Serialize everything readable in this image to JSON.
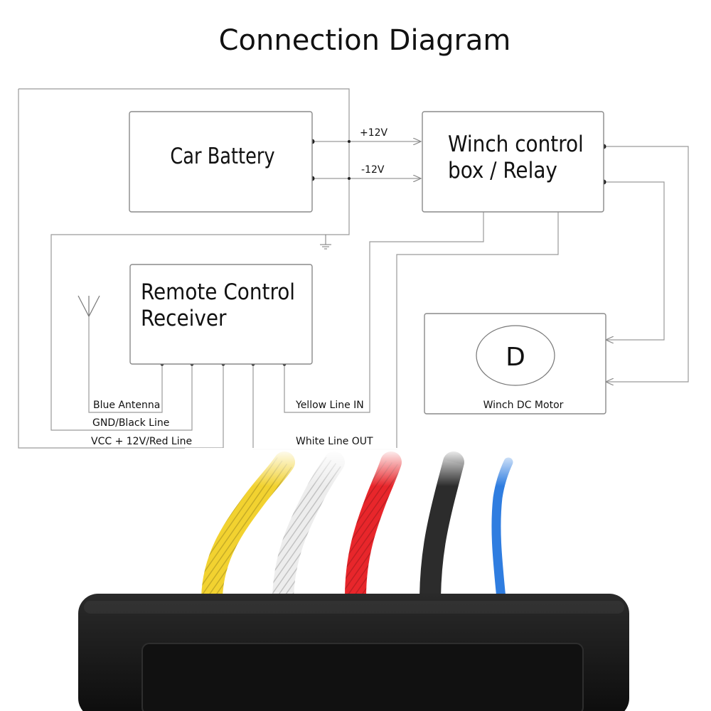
{
  "title": "Connection Diagram",
  "nodes": {
    "battery": {
      "label": "Car Battery"
    },
    "relay": {
      "label_line1": "Winch control",
      "label_line2": "box / Relay"
    },
    "receiver": {
      "label_line1": "Remote Control",
      "label_line2": "Receiver"
    },
    "motor": {
      "symbol": "D",
      "label": "Winch DC Motor"
    }
  },
  "edges": {
    "pos": {
      "label": "+12V"
    },
    "neg": {
      "label": "-12V"
    },
    "antenna": {
      "label": "Blue Antenna"
    },
    "gnd": {
      "label": "GND/Black Line"
    },
    "vcc": {
      "label": "VCC + 12V/Red Line"
    },
    "yellow_in": {
      "label": "Yellow Line IN"
    },
    "white_out": {
      "label": "White Line OUT"
    }
  },
  "photo": {
    "description_icons": [
      "antenna-icon",
      "ground-icon"
    ],
    "wire_colors": [
      "#f2d230",
      "#f1f1f1",
      "#e8262b",
      "#1b1b1b",
      "#2f7de0"
    ]
  }
}
